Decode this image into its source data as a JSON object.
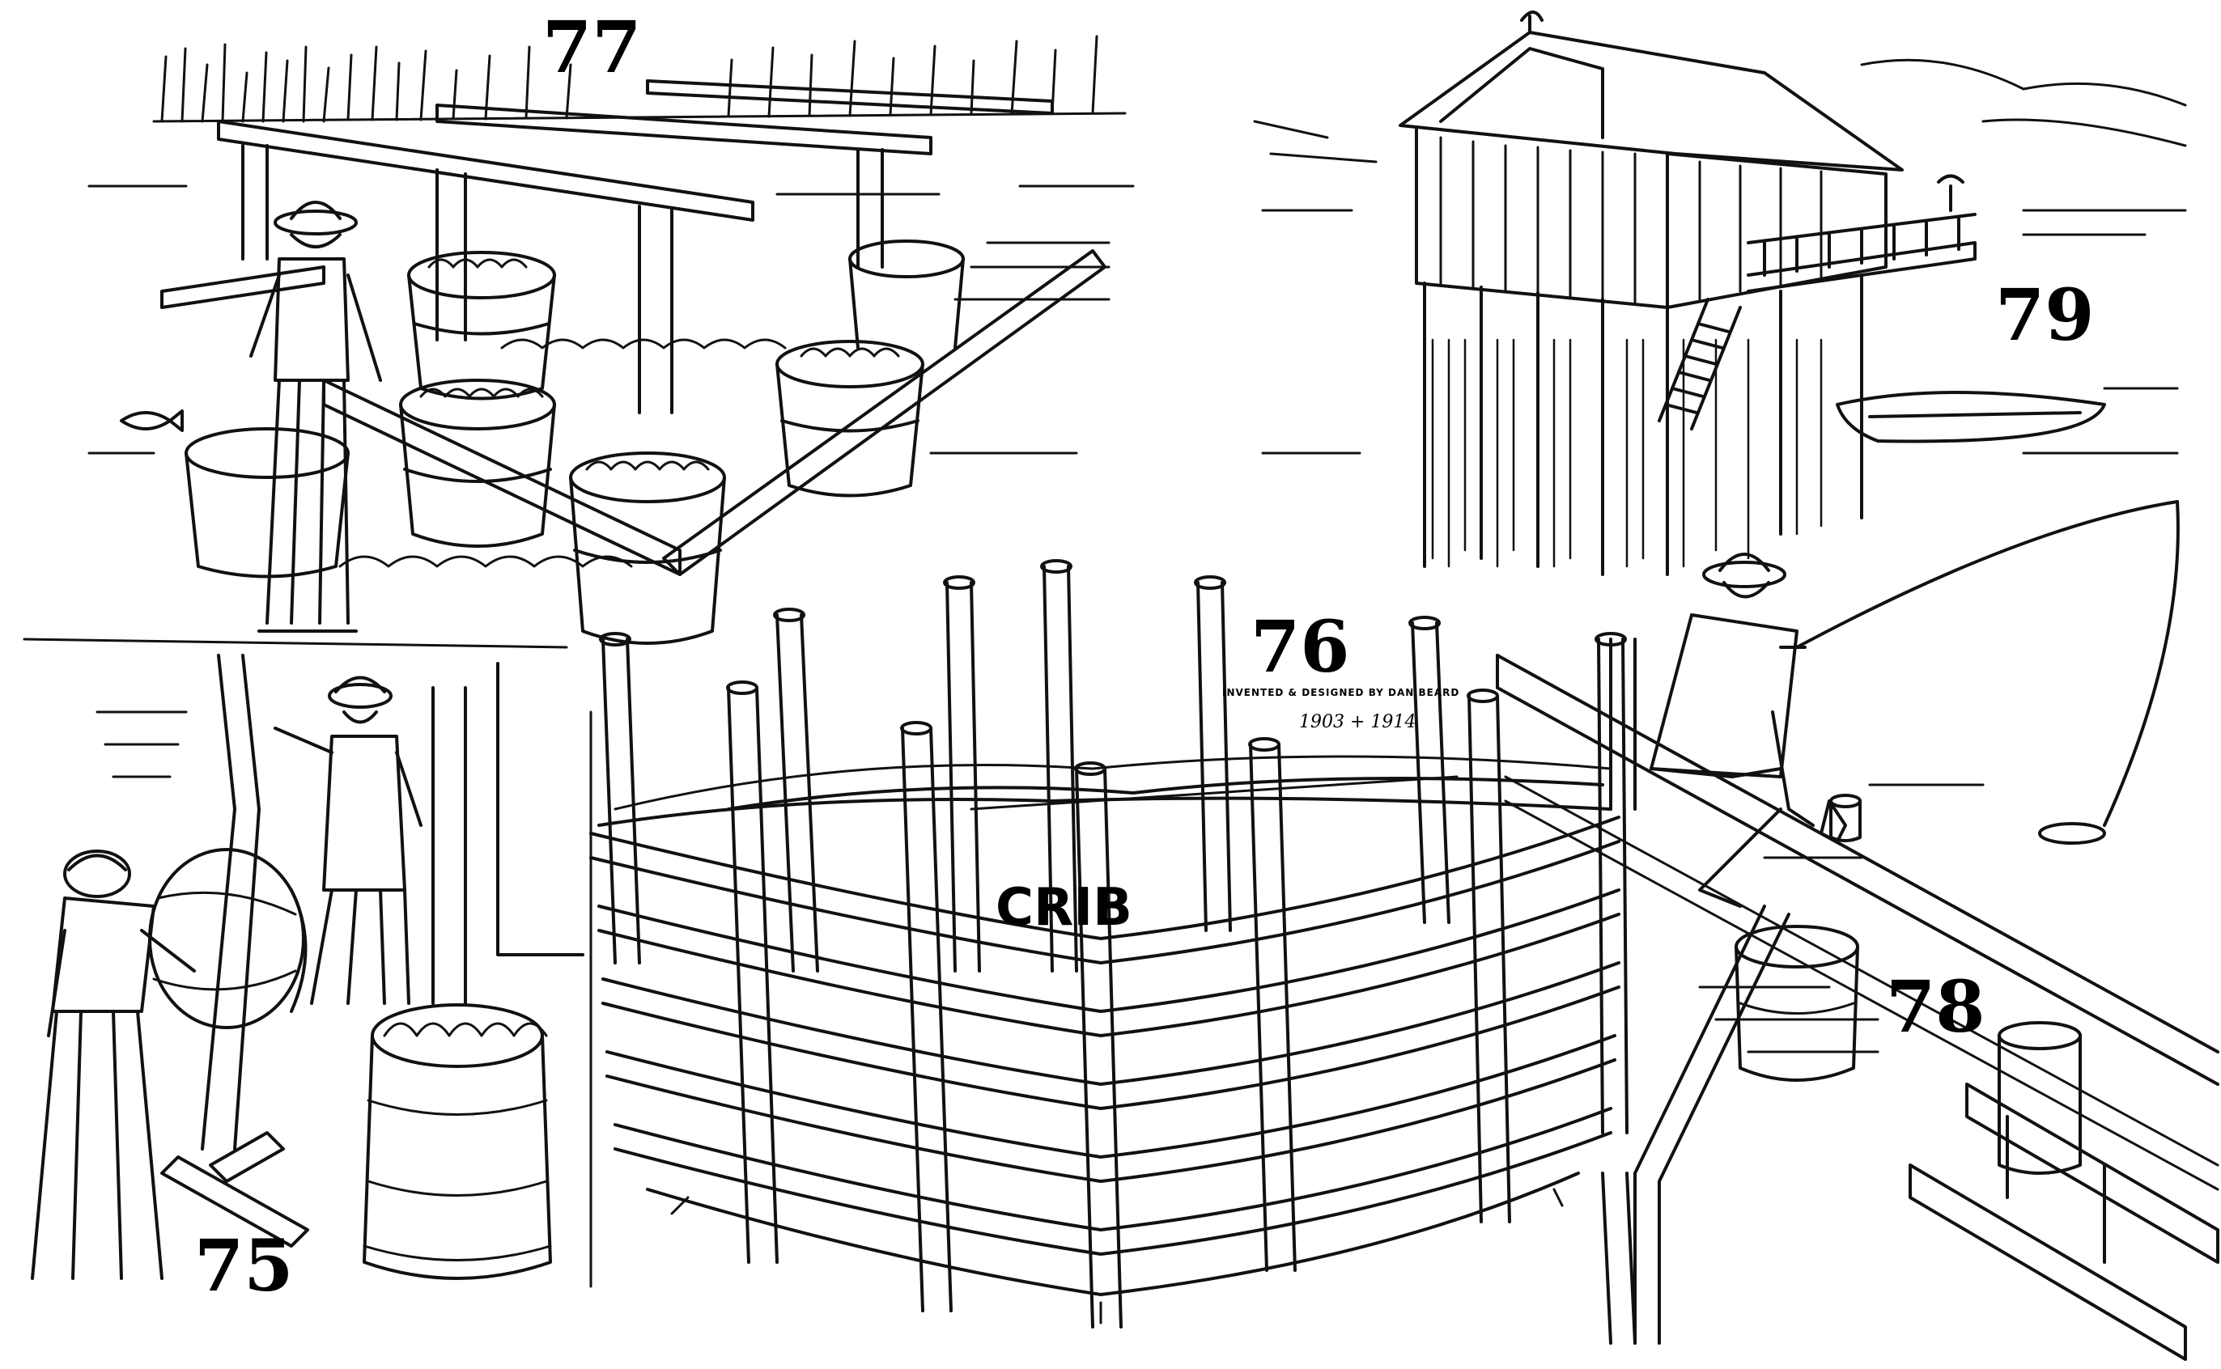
{
  "figures": {
    "fig75": {
      "number": "75"
    },
    "fig76": {
      "number": "76",
      "inventor_note": "INVENTED & DESIGNED BY DAN BEARD",
      "dates": "1903 + 1914",
      "crib_label": "CRIB"
    },
    "fig77": {
      "number": "77"
    },
    "fig78": {
      "number": "78"
    },
    "fig79": {
      "number": "79"
    }
  },
  "ink_color": "#111111",
  "paper_color": "#ffffff"
}
